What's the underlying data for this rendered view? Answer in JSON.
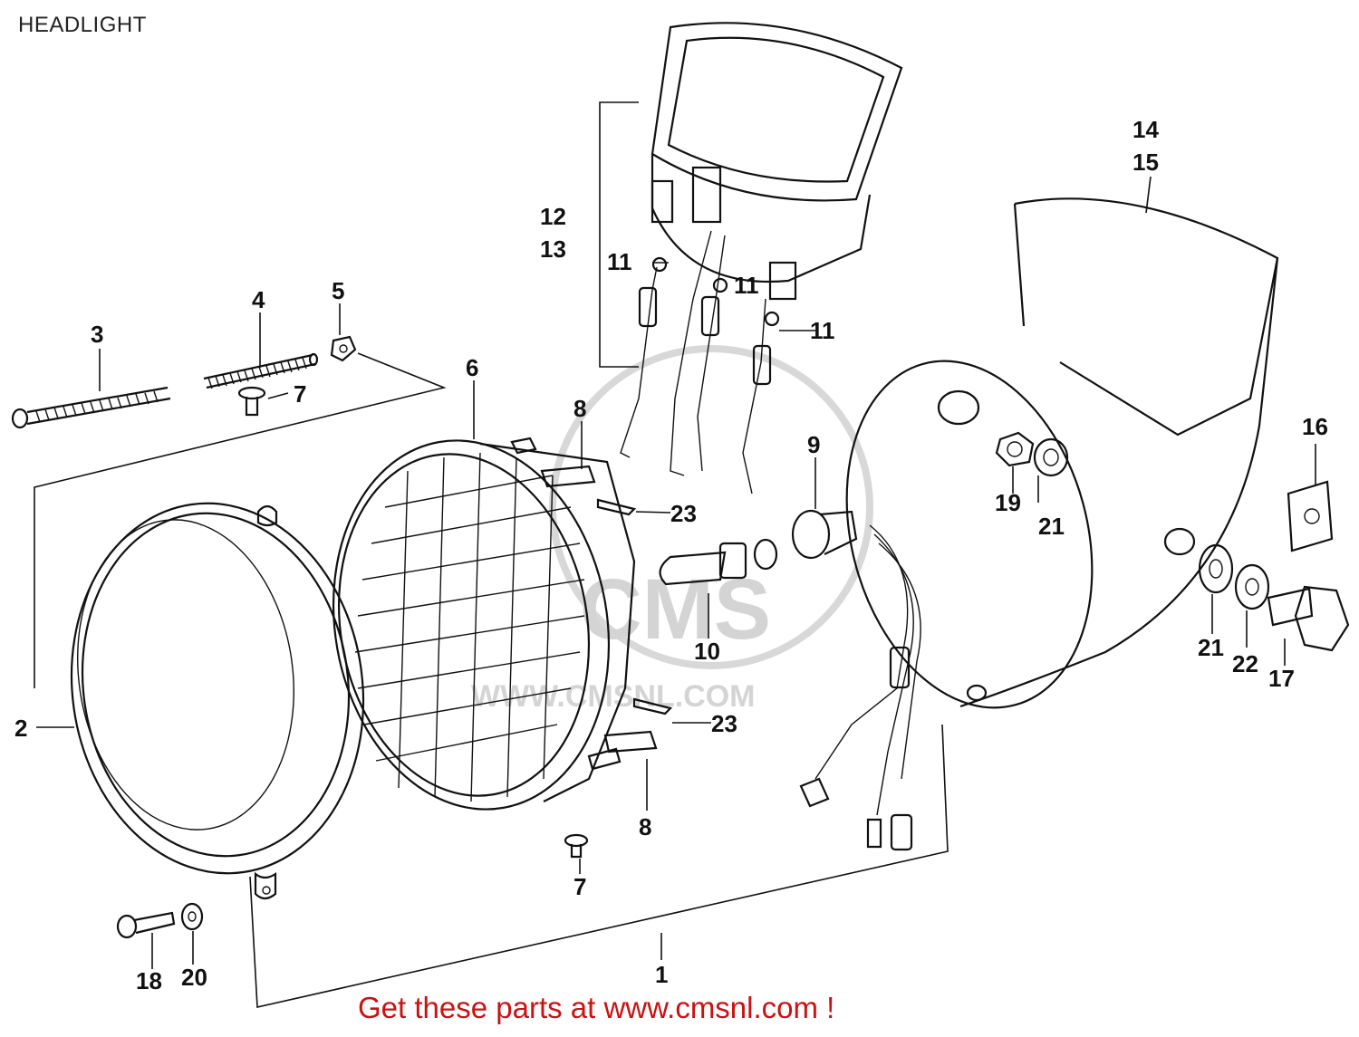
{
  "page": {
    "title": "HEADLIGHT",
    "footer_link_text": "Get these parts at www.cmsnl.com !"
  },
  "watermark": {
    "text_large": "CMS",
    "text_url": "WWW.CMSNL.COM"
  },
  "callouts": {
    "c1": "1",
    "c2": "2",
    "c3": "3",
    "c4": "4",
    "c5": "5",
    "c6": "6",
    "c7a": "7",
    "c7b": "7",
    "c8a": "8",
    "c8b": "8",
    "c9": "9",
    "c10": "10",
    "c11a": "11",
    "c11b": "11",
    "c11c": "11",
    "c12": "12",
    "c13": "13",
    "c14": "14",
    "c15": "15",
    "c16": "16",
    "c17": "17",
    "c18": "18",
    "c19": "19",
    "c20": "20",
    "c21a": "21",
    "c21b": "21",
    "c22": "22",
    "c23a": "23",
    "c23b": "23"
  },
  "colors": {
    "line": "#111111",
    "footer_link": "#cc1111",
    "watermark": "#d4d4d4"
  }
}
